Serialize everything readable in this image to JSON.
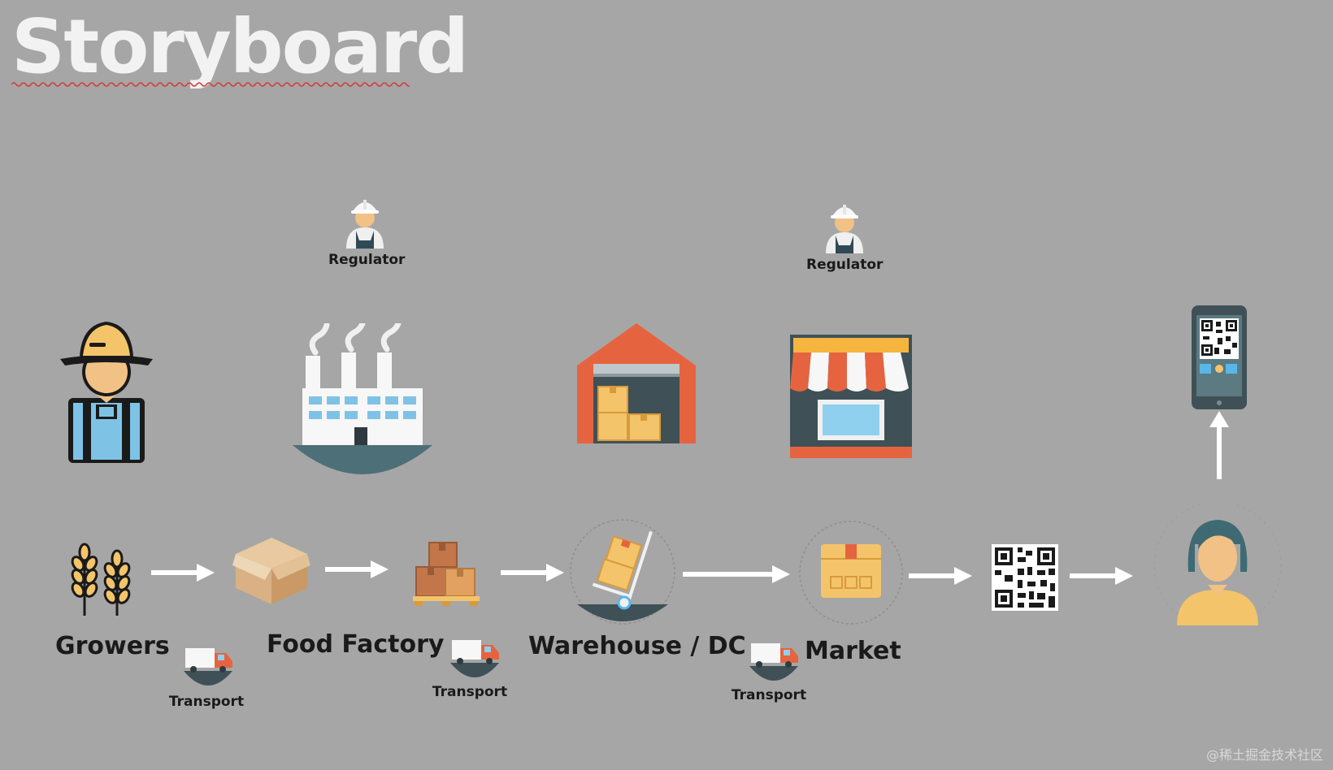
{
  "title": "Storyboard",
  "stages": {
    "growers": "Growers",
    "food_factory": "Food Factory",
    "warehouse": "Warehouse / DC",
    "market": "Market"
  },
  "transport": [
    "Transport",
    "Transport",
    "Transport"
  ],
  "regulators": [
    "Regulator",
    "Regulator"
  ],
  "watermark": "@稀土掘金技术社区",
  "icons": [
    "farmer-icon",
    "factory-icon",
    "warehouse-icon",
    "store-icon",
    "phone-qr-icon",
    "wheat-icon",
    "open-box-icon",
    "pallet-boxes-icon",
    "hand-truck-icon",
    "package-icon",
    "qr-code-icon",
    "consumer-icon",
    "truck-icon",
    "regulator-icon",
    "arrow-right-icon",
    "arrow-up-icon"
  ]
}
